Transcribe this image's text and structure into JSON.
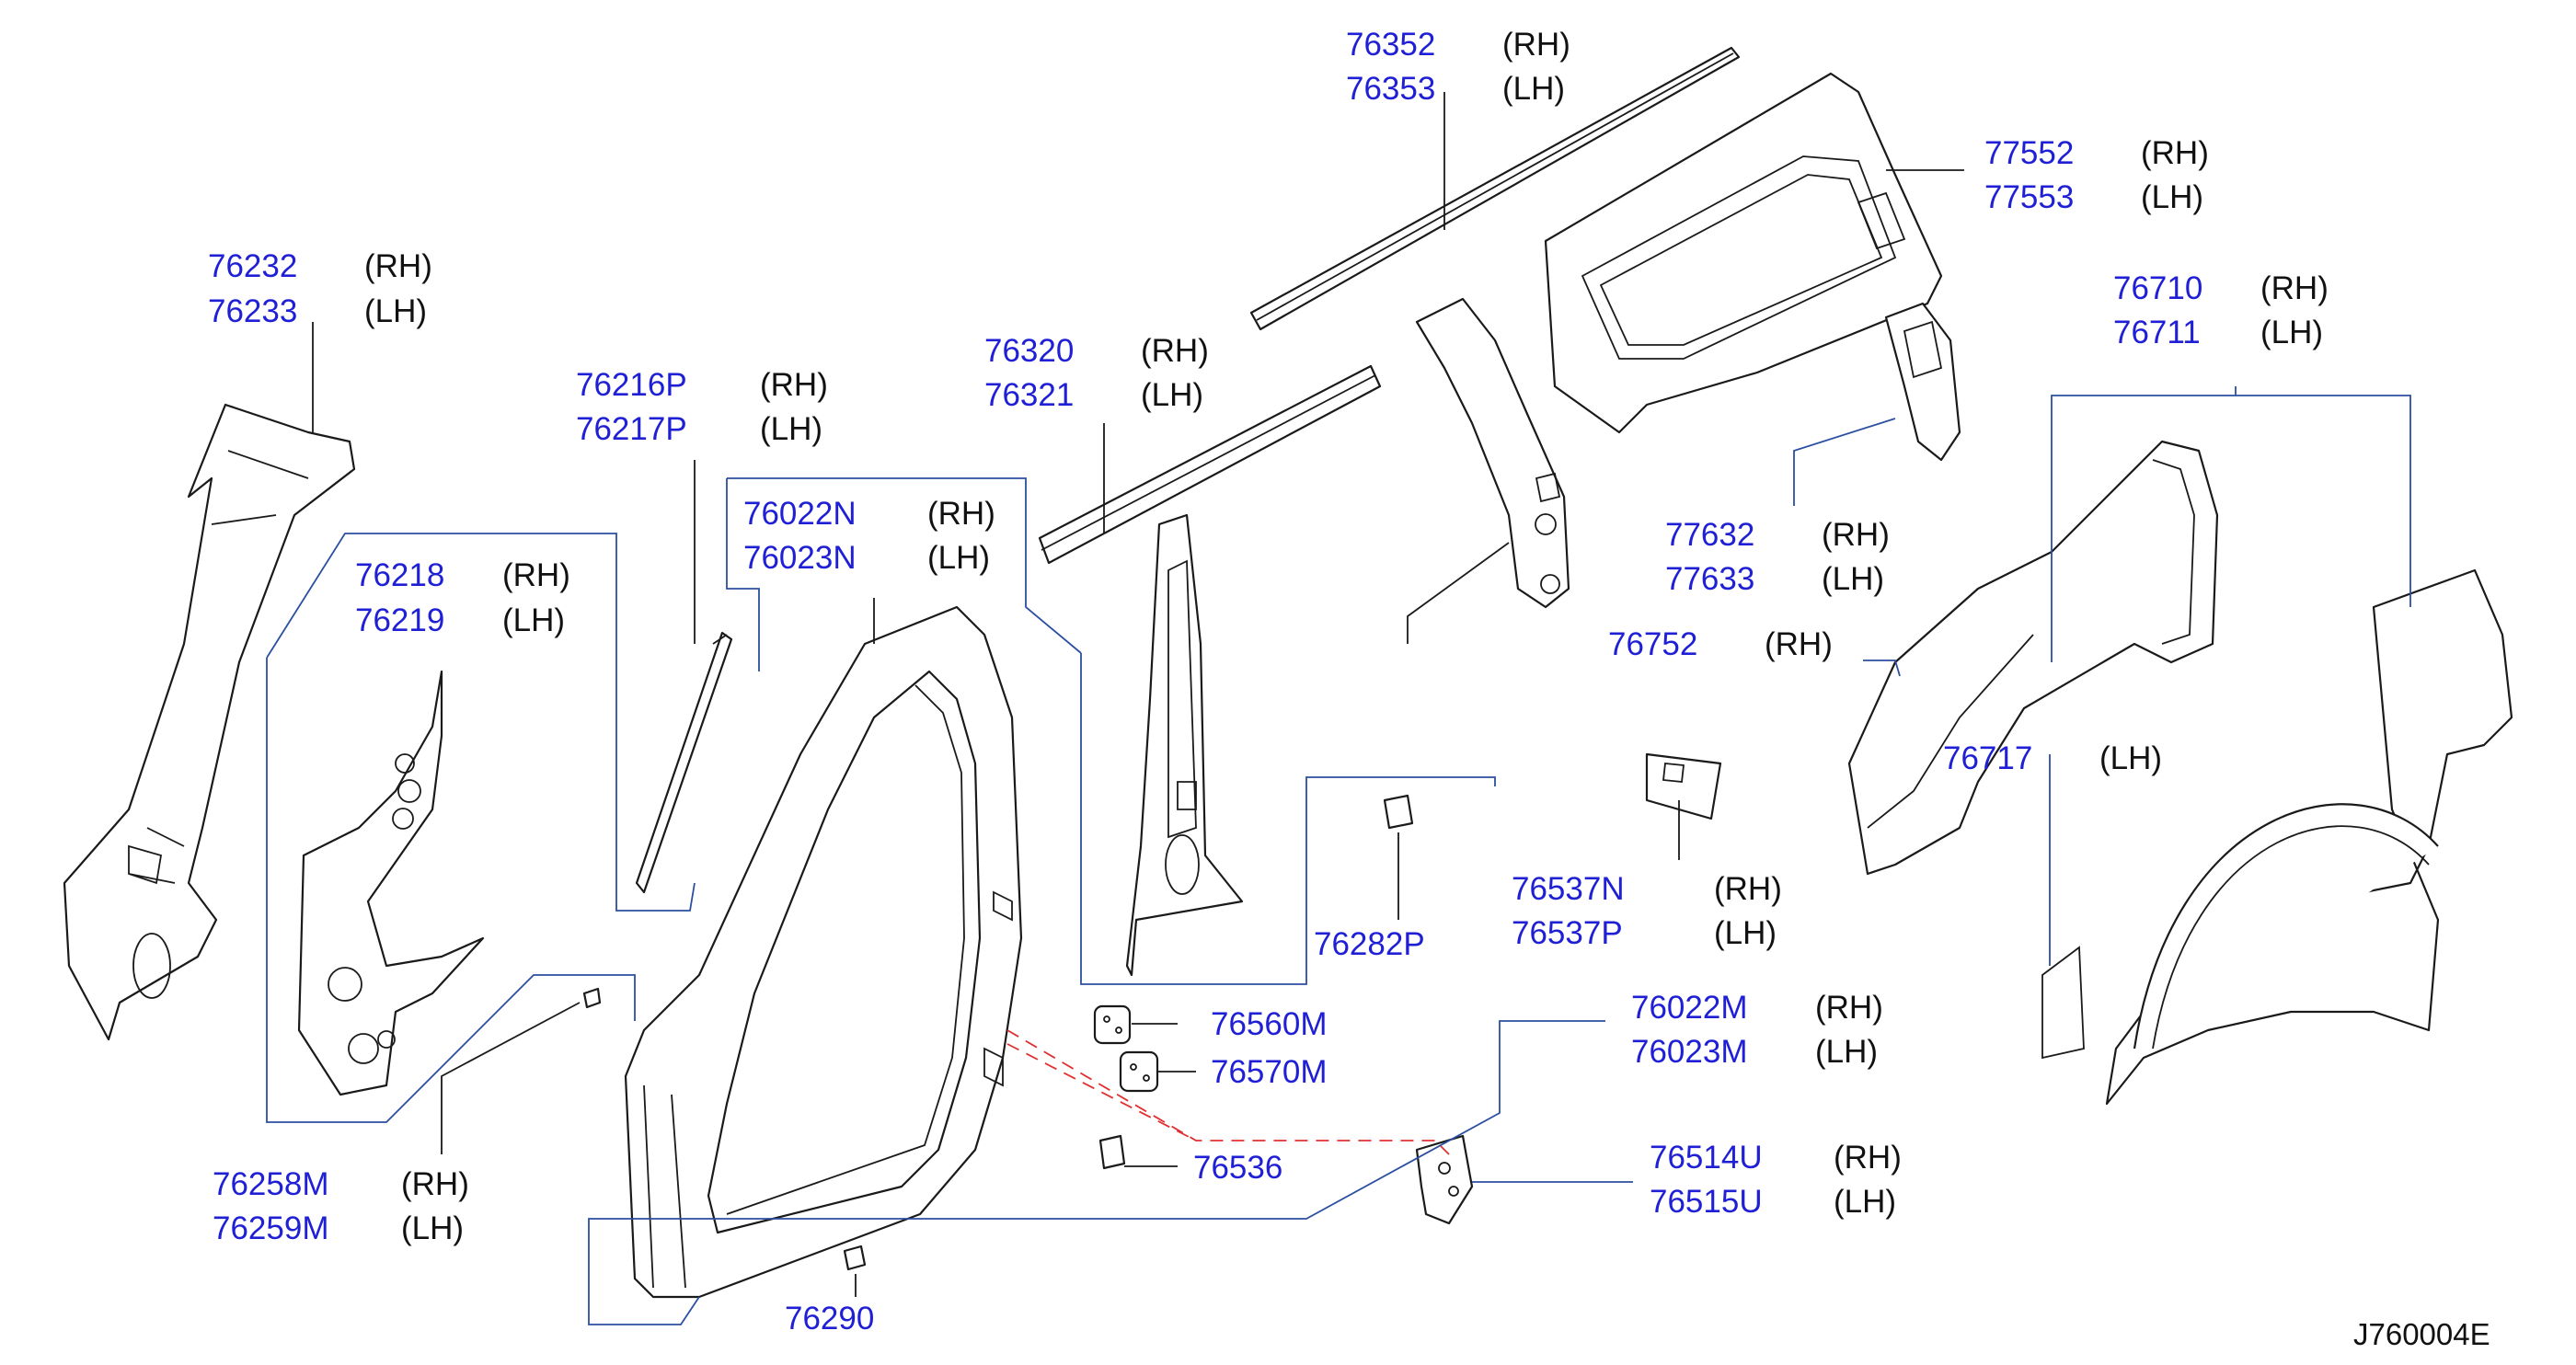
{
  "callouts": [
    {
      "id": "c76352",
      "part": "76352",
      "side": "(RH)"
    },
    {
      "id": "c76353",
      "part": "76353",
      "side": "(LH)"
    },
    {
      "id": "c77552",
      "part": "77552",
      "side": "(RH)"
    },
    {
      "id": "c77553",
      "part": "77553",
      "side": "(LH)"
    },
    {
      "id": "c76232",
      "part": "76232",
      "side": "(RH)"
    },
    {
      "id": "c76233",
      "part": "76233",
      "side": "(LH)"
    },
    {
      "id": "c76710",
      "part": "76710",
      "side": "(RH)"
    },
    {
      "id": "c76711",
      "part": "76711",
      "side": "(LH)"
    },
    {
      "id": "c76320",
      "part": "76320",
      "side": "(RH)"
    },
    {
      "id": "c76321",
      "part": "76321",
      "side": "(LH)"
    },
    {
      "id": "c76216P",
      "part": "76216P",
      "side": "(RH)"
    },
    {
      "id": "c76217P",
      "part": "76217P",
      "side": "(LH)"
    },
    {
      "id": "c76022N",
      "part": "76022N",
      "side": "(RH)"
    },
    {
      "id": "c76023N",
      "part": "76023N",
      "side": "(LH)"
    },
    {
      "id": "c77632",
      "part": "77632",
      "side": "(RH)"
    },
    {
      "id": "c77633",
      "part": "77633",
      "side": "(LH)"
    },
    {
      "id": "c76218",
      "part": "76218",
      "side": "(RH)"
    },
    {
      "id": "c76219",
      "part": "76219",
      "side": "(LH)"
    },
    {
      "id": "c76752",
      "part": "76752",
      "side": "(RH)"
    },
    {
      "id": "c76537N",
      "part": "76537N",
      "side": "(RH)"
    },
    {
      "id": "c76537P",
      "part": "76537P",
      "side": "(LH)"
    },
    {
      "id": "c76282P",
      "part": "76282P",
      "side": ""
    },
    {
      "id": "c76022M",
      "part": "76022M",
      "side": "(RH)"
    },
    {
      "id": "c76023M",
      "part": "76023M",
      "side": "(LH)"
    },
    {
      "id": "c76560M",
      "part": "76560M",
      "side": ""
    },
    {
      "id": "c76570M",
      "part": "76570M",
      "side": ""
    },
    {
      "id": "c76514U",
      "part": "76514U",
      "side": "(RH)"
    },
    {
      "id": "c76515U",
      "part": "76515U",
      "side": "(LH)"
    },
    {
      "id": "c76536",
      "part": "76536",
      "side": ""
    },
    {
      "id": "c76258M",
      "part": "76258M",
      "side": "(RH)"
    },
    {
      "id": "c76259M",
      "part": "76259M",
      "side": "(LH)"
    },
    {
      "id": "c76290",
      "part": "76290",
      "side": ""
    },
    {
      "id": "c76717",
      "part": "76717",
      "side": "(LH)"
    }
  ],
  "diagram_code": "J760004E",
  "colors": {
    "part_number": "#1f1fd6",
    "leader": "#2b4fa0",
    "hidden_link": "#e03030"
  }
}
